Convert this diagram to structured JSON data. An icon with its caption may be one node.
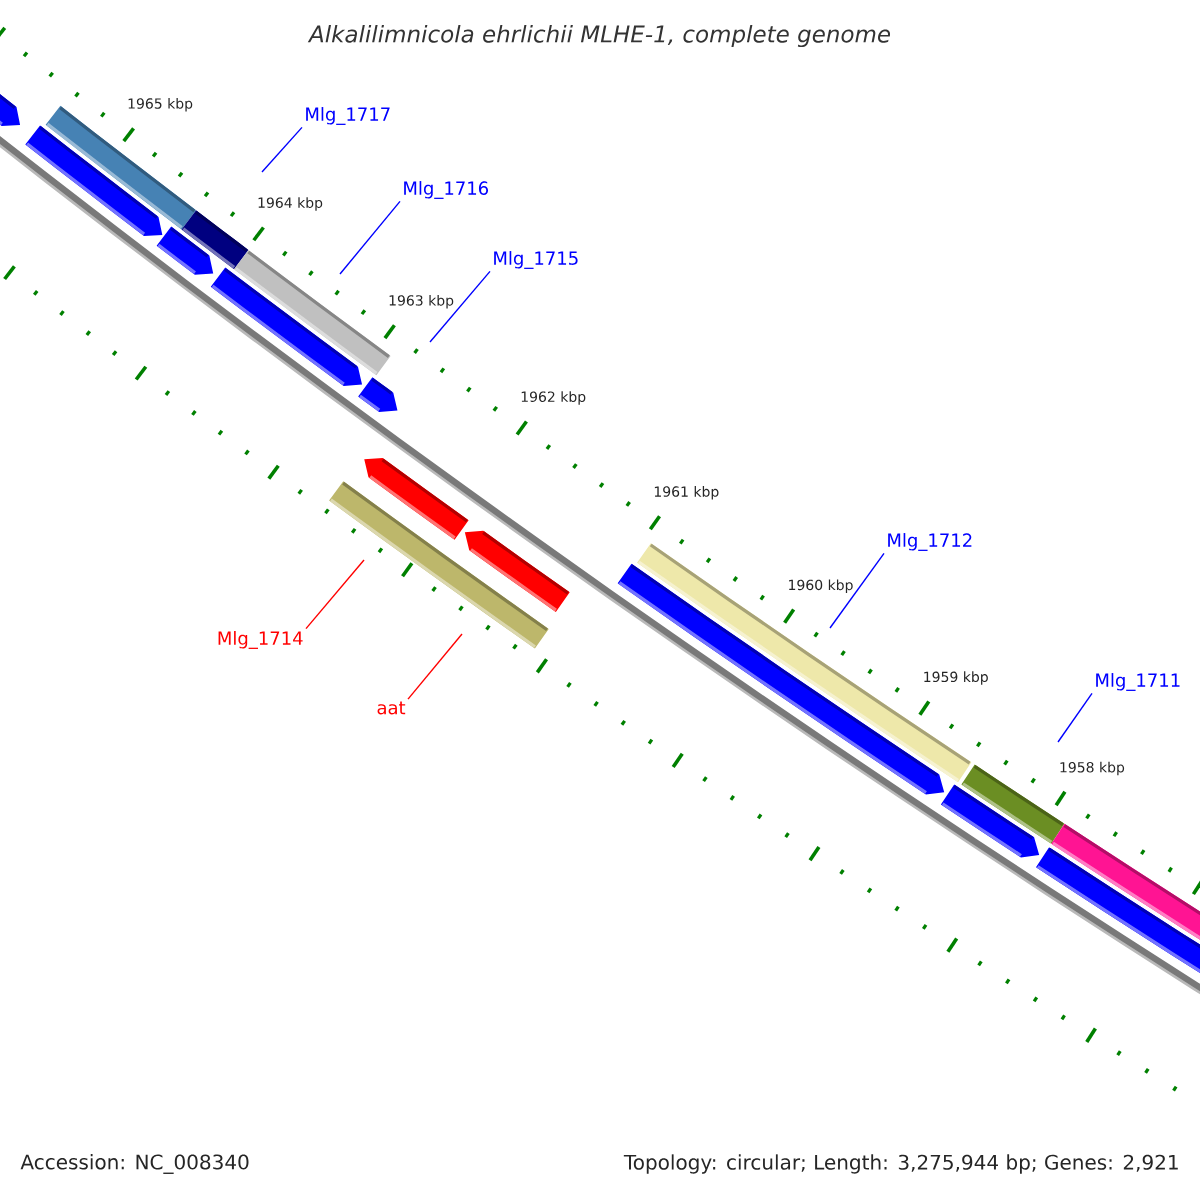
{
  "diagram": {
    "title": "Alkalilimnicola ehrlichii MLHE-1, complete genome",
    "nodes": [
      {
        "text": [
          "Mlg_1717"
        ]
      },
      {
        "text": [
          "Mlg_1716"
        ]
      },
      {
        "text": [
          "Mlg_1715"
        ]
      },
      {
        "text": [
          "Mlg_1712"
        ]
      },
      {
        "text": [
          "Mlg_1714"
        ]
      },
      {
        "text": [
          "Mlg_1711"
        ]
      },
      {
        "text": [
          "aat"
        ]
      }
    ],
    "edges": [
      {
        "from": 0,
        "to": null,
        "arrow": "none"
      },
      {
        "from": 1,
        "to": null,
        "arrow": "none"
      },
      {
        "from": 2,
        "to": null,
        "arrow": "none"
      },
      {
        "from": 3,
        "to": null,
        "arrow": "none"
      },
      {
        "from": 4,
        "to": null,
        "arrow": "none",
        "color": "#ff0000"
      },
      {
        "from": 5,
        "to": null,
        "arrow": "none"
      },
      {
        "from": 6,
        "to": null,
        "arrow": "none",
        "color": "#ff0000"
      }
    ],
    "labels": [
      "1965 kbp",
      "1964 kbp",
      "1963 kbp",
      "1962 kbp",
      "1961 kbp",
      "1960 kbp",
      "1959 kbp",
      "1958 kbp",
      "Accession: NC_008340",
      "Topology: circular; Length: 3,275,944 bp; Genes: 2,921"
    ]
  }
}
